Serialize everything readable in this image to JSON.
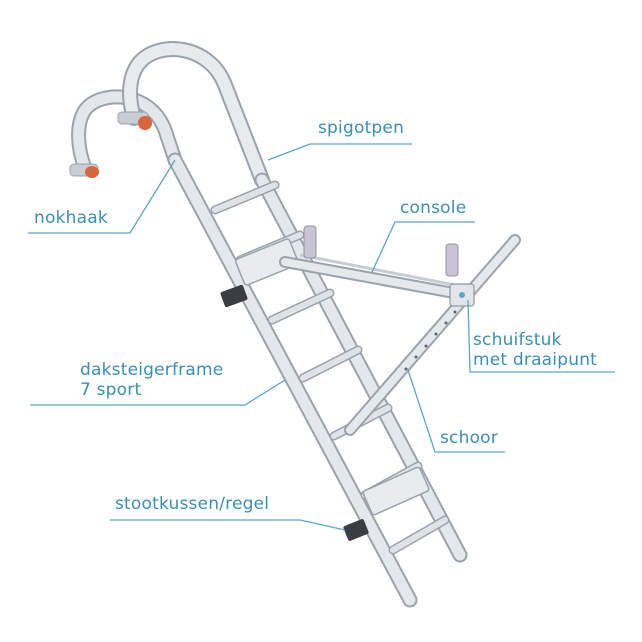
{
  "labels": {
    "nokhaak": "nokhaak",
    "spigotpen": "spigotpen",
    "console": "console",
    "schuifstuk_line1": "schuifstuk",
    "schuifstuk_line2": "met draaipunt",
    "daksteigerframe_line1": "daksteigerframe",
    "daksteigerframe_line2": "7 sport",
    "schoor": "schoor",
    "stootkussen": "stootkussen/regel"
  },
  "colors": {
    "label": "#3a8fb5",
    "leader": "#5aa6c8",
    "tube": "#d9dde2",
    "tube_edge": "#9aa3ad",
    "cap": "#d9653b",
    "pad": "#3a3d42"
  }
}
